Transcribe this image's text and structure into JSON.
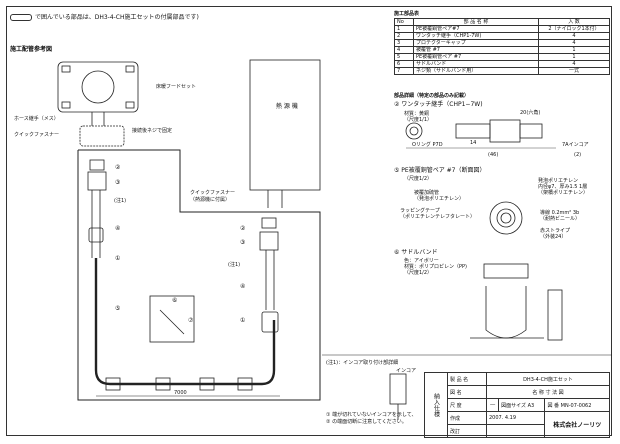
{
  "header": {
    "note": "で囲んでいる部品は、DH3-4-CH施工セットの付属部品です)"
  },
  "parts_title": "施工部品表",
  "parts_cols": [
    "No",
    "部 品 名 称",
    "入 数"
  ],
  "parts": [
    [
      "1",
      "PE被覆銅管ペア#7",
      "2（ナイロック1本付）"
    ],
    [
      "2",
      "ワンタッチ継手（CHP1-7W)",
      "4"
    ],
    [
      "3",
      "プロテクターキャップ",
      "4"
    ],
    [
      "4",
      "被覆管 #7",
      "1"
    ],
    [
      "5",
      "PE被覆銅管ペア #7",
      "1"
    ],
    [
      "6",
      "サドルバンド",
      "4"
    ],
    [
      "7",
      "ネジ類（サドルバンド用）",
      "一式"
    ]
  ],
  "labels": {
    "piping_ref": "施工配管参考図",
    "heat_source": "熱 源 機",
    "hood_set": "床暖フードセット",
    "hose_joint": "ホース継手（メス）",
    "quick_fastener": "クイックファスナー",
    "quick_fastener2": "クイックファスナー",
    "quick_fastener2_note": "（熱源機に付属）",
    "fix_note": "接続後ネジで固定",
    "note1": "(注1)",
    "note1b": "(注1)",
    "len": "7000",
    "detail_title": "部品詳細（特定の部品のみ記載）",
    "p2": "ワンタッチ継手（CHP1−7W)",
    "p2_mat": "材質：黄銅",
    "p2_scale": "（尺度1/1）",
    "p2_dim1": "20(六角)",
    "p2_dim2": "7Aインコア",
    "p2_dim3": "14",
    "p2_dim4": "(46)",
    "p2_dim5": "(2)",
    "p2_oring": "Oリング P7D",
    "p5": "PE被覆銅管ペア #7（断面図）",
    "p5_scale": "（尺度1/2）",
    "p5_a": "被覆加硫管",
    "p5_b": "（発泡ポリエチレン）",
    "p5_c": "ラッピングテープ",
    "p5_d": "（ポリエチレンテレフタレート）",
    "p5_e": "発泡ポリエチレン",
    "p5_f": "内径φ7、厚み1.5 1層",
    "p5_g": "（架橋ポリエチレン）",
    "p5_h": "導線 0.2mm² 3b",
    "p5_i": "（耐熱ビニール）",
    "p5_j": "赤ストライプ",
    "p5_k": "（外装24）",
    "p6": "サドルバンド",
    "p6_color": "色：アイボリー",
    "p6_mat": "材質：ポリプロピレン（PP)",
    "p6_scale": "（尺度1/2）",
    "note_title": "(注1)：インコア取り付け部詳細",
    "incore": "インコア",
    "note_c1": "① 端が切れていないインコアを示して、",
    "note_c2": "② の端面切断に注意してください。"
  },
  "title_block": {
    "side": "納入仕様",
    "name_lbl": "製 品 名",
    "name": "DH3-4-CH施工セット",
    "fig_lbl": "図 名",
    "fig": "名 称 寸 法 図",
    "scale_lbl": "尺 度",
    "scale": "―",
    "size_lbl": "図面サイズ",
    "size": "A3",
    "no_lbl": "図 番",
    "no": "MN-07-0062",
    "date_lbl": "作成",
    "date": "2007. 4.19",
    "rev_lbl": "改訂",
    "company": "株式会社ノーリツ"
  }
}
